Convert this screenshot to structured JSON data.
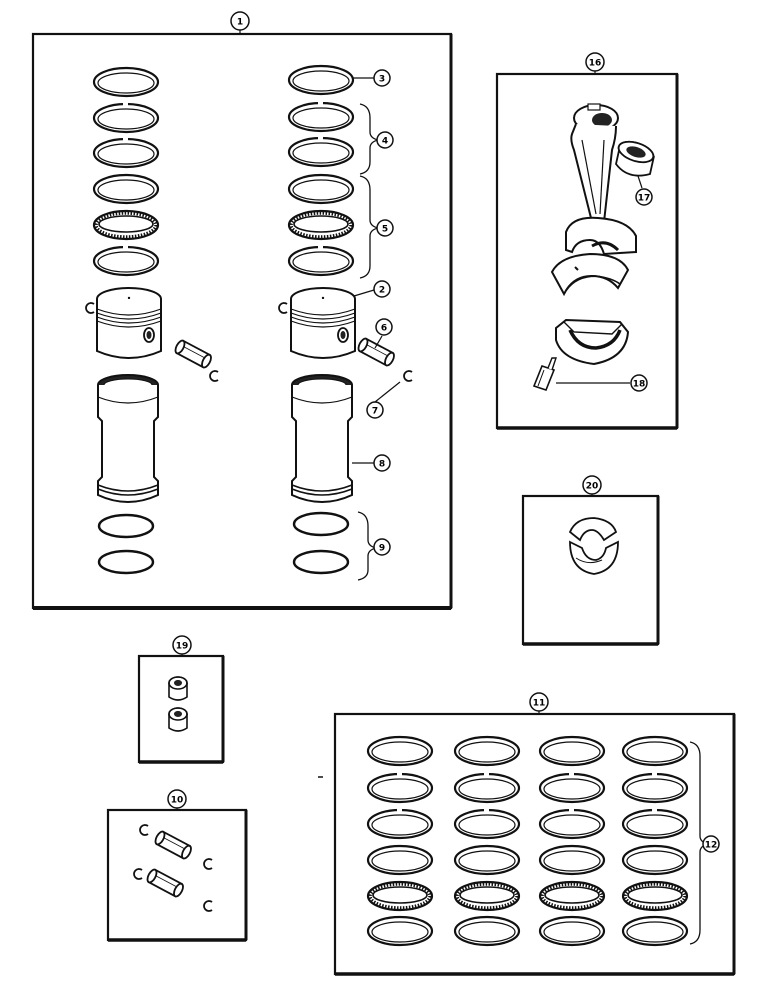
{
  "callouts": {
    "c1": "1",
    "c2": "2",
    "c3": "3",
    "c4": "4",
    "c5": "5",
    "c6": "6",
    "c7": "7",
    "c8": "8",
    "c9": "9",
    "c10": "10",
    "c11": "11",
    "c12": "12",
    "c16": "16",
    "c17": "17",
    "c18": "18",
    "c19": "19",
    "c20": "20"
  },
  "colors": {
    "line": "#111111",
    "paper": "#ffffff",
    "shade": "#222222"
  }
}
